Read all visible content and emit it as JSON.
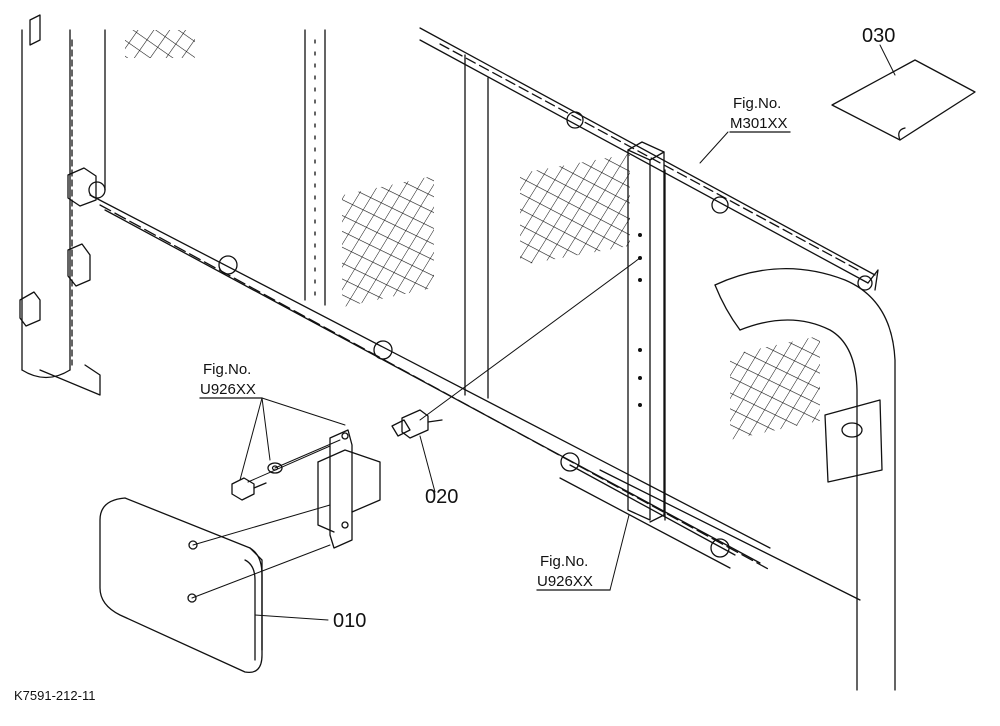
{
  "drawing_code": "K7591-212-11",
  "callouts": {
    "part_010": "010",
    "part_020": "020",
    "part_030": "030"
  },
  "fig_refs": [
    {
      "line1": "Fig.No.",
      "line2": "M301XX"
    },
    {
      "line1": "Fig.No.",
      "line2": "U926XX"
    },
    {
      "line1": "Fig.No.",
      "line2": "U926XX"
    }
  ],
  "colors": {
    "ink": "#111111",
    "paper": "#ffffff"
  }
}
